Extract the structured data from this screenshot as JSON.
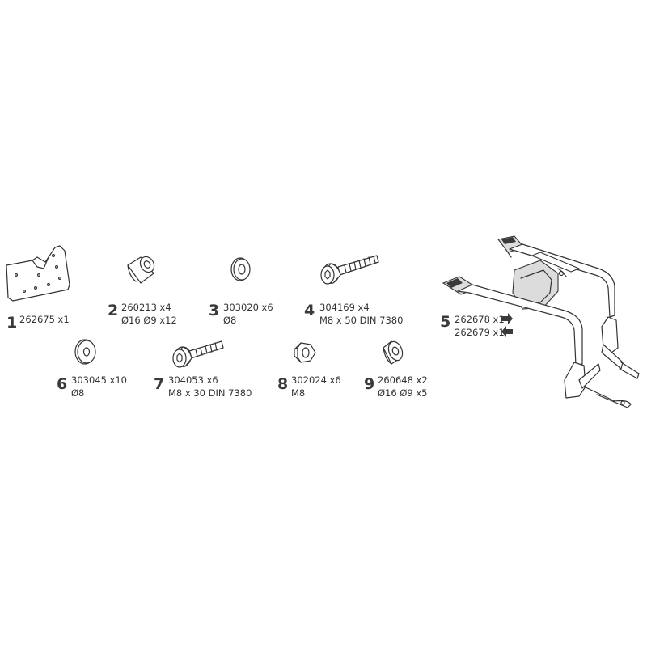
{
  "parts": [
    {
      "number": "1",
      "code": "262675 x1"
    },
    {
      "number": "2",
      "code": "260213 x4",
      "spec": "Ø16 Ø9 x12"
    },
    {
      "number": "3",
      "code": "303020 x6",
      "spec": "Ø8"
    },
    {
      "number": "4",
      "code": "304169 x4",
      "spec": "M8 x 50 DIN 7380"
    },
    {
      "number": "5",
      "code_right": "262678 x1",
      "code_left": "262679 x1"
    },
    {
      "number": "6",
      "code": "303045 x10",
      "spec": "Ø8"
    },
    {
      "number": "7",
      "code": "304053 x6",
      "spec": "M8 x 30 DIN 7380"
    },
    {
      "number": "8",
      "code": "302024 x6",
      "spec": "M8"
    },
    {
      "number": "9",
      "code": "260648 x2",
      "spec": "Ø16 Ø9 x5"
    }
  ],
  "icons": {
    "right_arrow": "arrow-right-icon",
    "left_arrow": "arrow-left-icon"
  },
  "colors": {
    "line": "#333333",
    "text": "#333333",
    "background": "#ffffff"
  }
}
